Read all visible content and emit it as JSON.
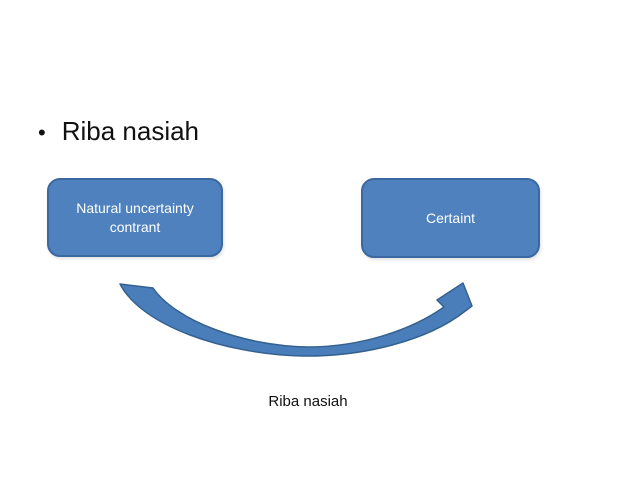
{
  "slide": {
    "title": {
      "bullet": "•",
      "text": "Riba nasiah"
    },
    "boxes": [
      {
        "label": "Natural uncertainty contrant"
      },
      {
        "label": "Certaint"
      }
    ],
    "arrow": {
      "name": "curved-arrow",
      "direction": "from-left-box-to-right-box"
    },
    "caption": "Riba nasiah",
    "colors": {
      "background": "#ffffff",
      "shape_fill": "#4e81bd",
      "shape_border": "#3a689f",
      "shape_text": "#ffffff",
      "arrow_fill": "#4a7ebb",
      "arrow_outline": "#35618f",
      "title_text": "#111111",
      "caption_text": "#111111"
    }
  }
}
